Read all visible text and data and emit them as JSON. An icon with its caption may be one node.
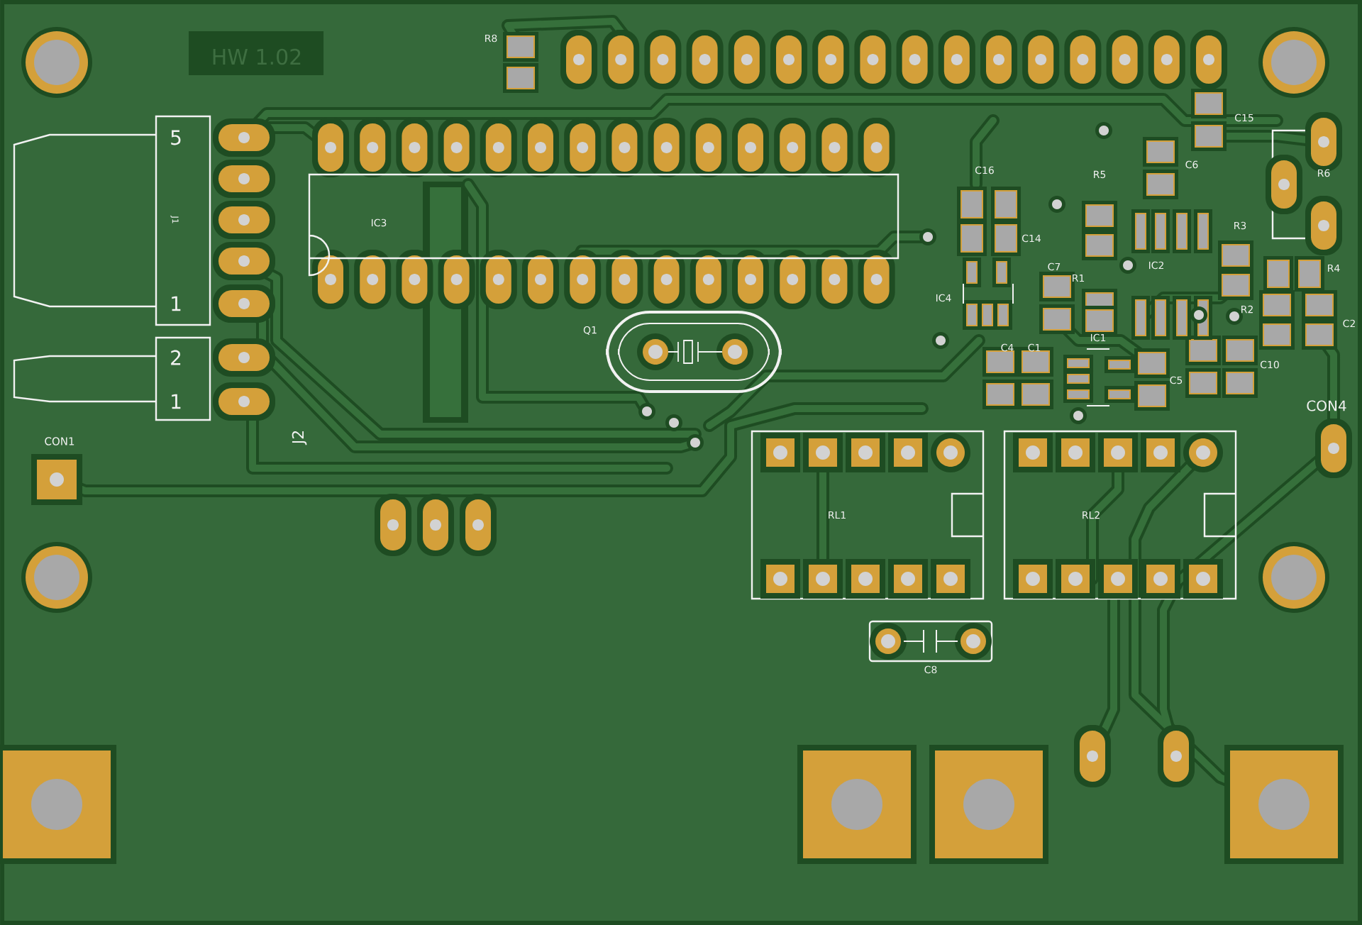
{
  "diagram": {
    "labels": [
      "HW 1.02",
      "R8",
      "C15",
      "5",
      "C6",
      "R6",
      "R5",
      "C16",
      "IC3",
      "J1",
      "R3",
      "C14",
      "IC2",
      "C7",
      "R1",
      "R4",
      "1",
      "IC4",
      "R2",
      "C2",
      "Q1",
      "C4",
      "C1",
      "IC1",
      "2",
      "C10",
      "C5",
      "1",
      "CON4",
      "J2",
      "CON1",
      "RL1",
      "RL2",
      "C8"
    ]
  }
}
